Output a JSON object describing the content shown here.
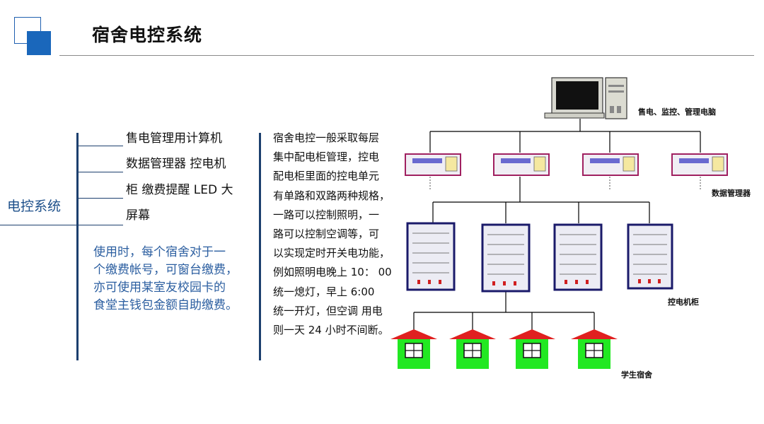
{
  "header": {
    "title": "宿舍电控系统"
  },
  "left_panel": {
    "side_label": "电控系统",
    "features": [
      "售电管理用计算机",
      "数据管理器 控电机",
      "柜 缴费提醒 LED 大",
      "屏幕"
    ],
    "description_lines": [
      "使用时，每个宿舍对于一",
      "个缴费帐号，可窗台缴费，",
      "亦可使用某室友校园卡的",
      "食堂主钱包金额自助缴费。"
    ]
  },
  "middle_text": {
    "lines": [
      "宿舍电控一般采取每层",
      "集中配电柜管理，控电",
      "配电柜里面的控电单元",
      "有单路和双路两种规格，",
      " 一路可以控制照明，一",
      "路可以控制空调等，可",
      "以实现定时开关电功能，",
      "例如照明电晚上 10： 00",
      "统一熄灯，早上 6:00",
      "统一开灯，但空调 用电",
      "则一天 24 小时不间断。"
    ]
  },
  "diagram": {
    "labels": {
      "computer": "售电、监控、管理电脑",
      "data_manager": "数据管理器",
      "cabinet": "控电机柜",
      "dorm": "学生宿舍"
    }
  },
  "colors": {
    "title_blue": "#1a67bb",
    "side_text": "#1c4f8a",
    "desc_text": "#2b5ea0",
    "roof_red": "#e02020",
    "house_green": "#22e822",
    "cabinet_navy": "#1a1a6a"
  }
}
